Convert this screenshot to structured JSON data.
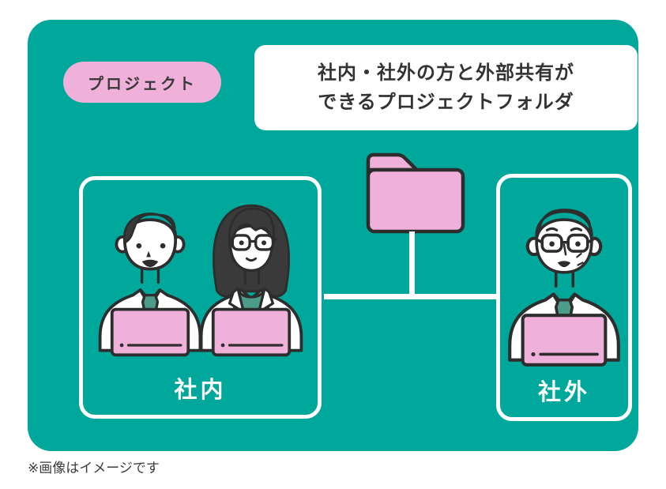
{
  "panel": {
    "badge_label": "プロジェクト",
    "heading": {
      "line1": "社内・社外の方と外部共有が",
      "line2": "できるプロジェクトフォルダ"
    },
    "folder_icon": "project-folder-icon",
    "groups": {
      "internal": {
        "label": "社内",
        "members": [
          "man-with-laptop",
          "woman-with-laptop"
        ]
      },
      "external": {
        "label": "社外",
        "members": [
          "older-man-with-laptop"
        ]
      }
    },
    "colors": {
      "panel_teal": "#00a79b",
      "pink": "#efb0d9",
      "outline_dark": "#2d2d2d",
      "tie_teal": "#4d9c8a",
      "hair_dark": "#3a3a3a",
      "hair_gray": "#9c9c9c",
      "heading_text": "#333333",
      "label_white": "#ffffff"
    }
  },
  "caption": "※画像はイメージです"
}
